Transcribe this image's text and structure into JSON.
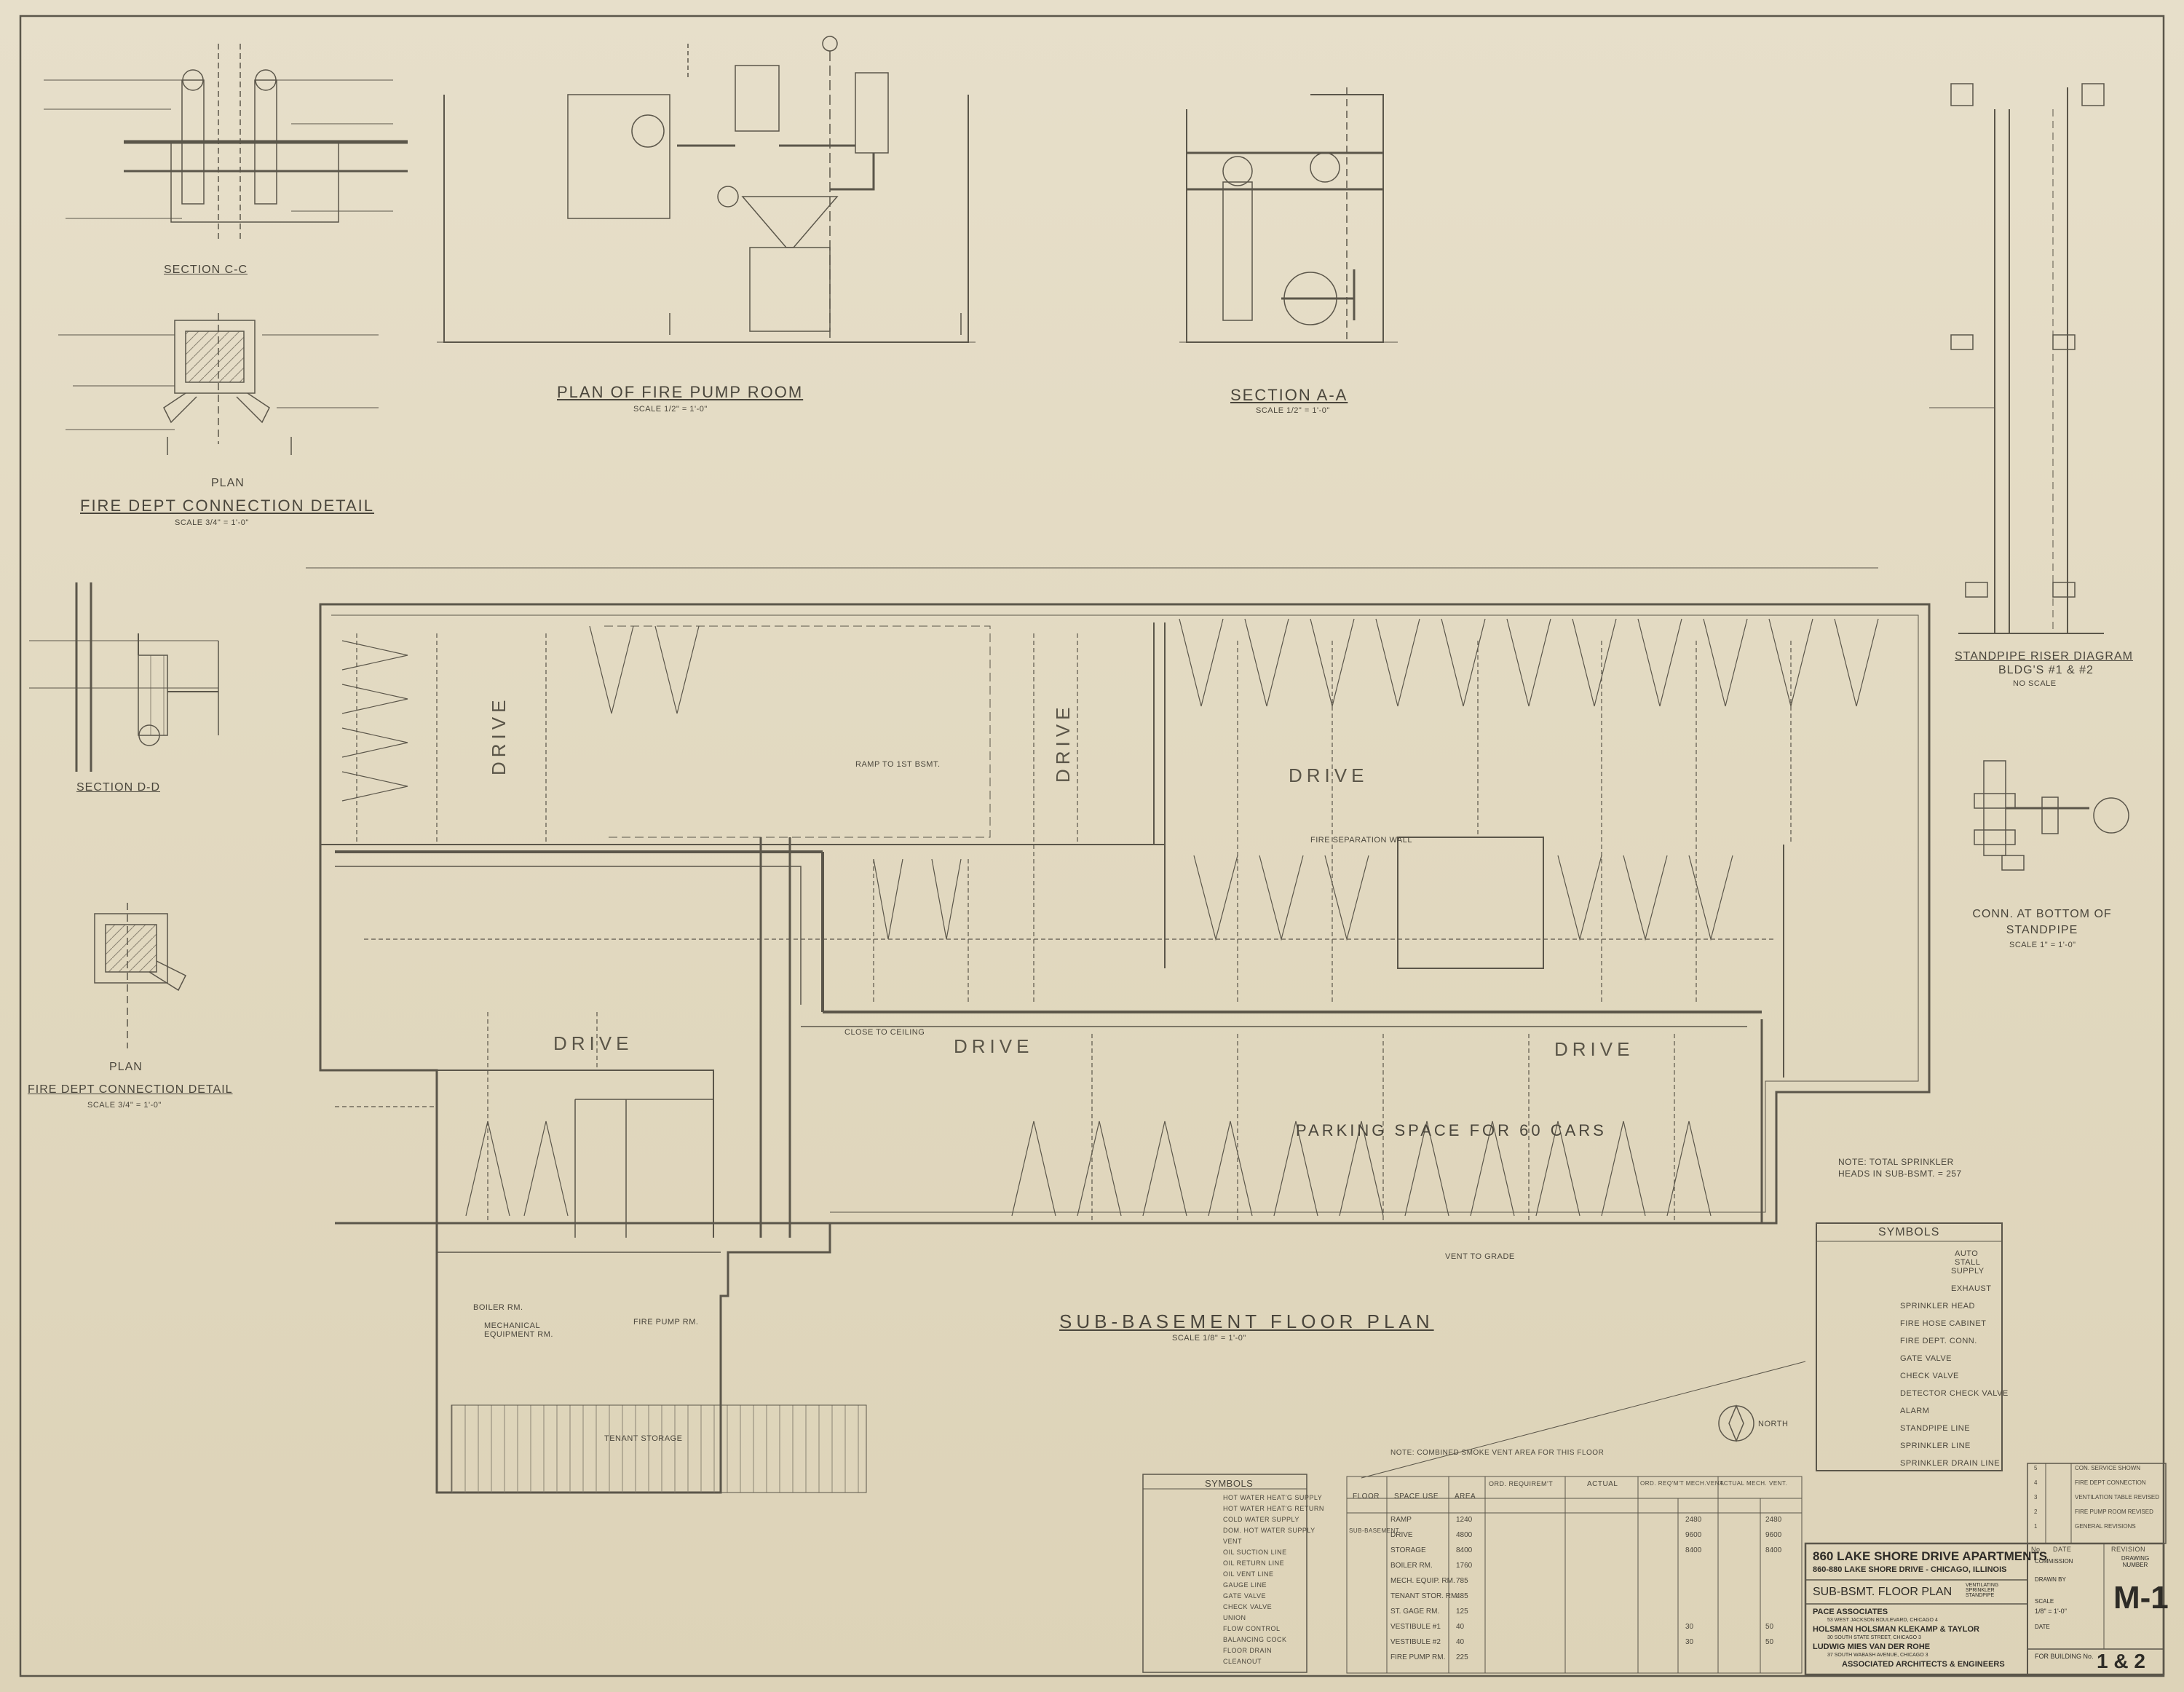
{
  "details": {
    "section_c": "SECTION C-C",
    "plan_label": "PLAN",
    "fire_dept_title": "FIRE DEPT CONNECTION DETAIL",
    "fire_dept_scale": "SCALE 3/4\" = 1'-0\"",
    "section_d": "SECTION D-D",
    "plan_label_2": "PLAN",
    "fire_dept_title_2": "FIRE DEPT CONNECTION DETAIL",
    "fire_dept_scale_2": "SCALE 3/4\" = 1'-0\"",
    "pump_title": "PLAN OF FIRE PUMP ROOM",
    "pump_scale": "SCALE 1/2\" = 1'-0\"",
    "section_a": "SECTION A-A",
    "section_a_scale": "SCALE 1/2\" = 1'-0\"",
    "riser_title": "STANDPIPE RISER DIAGRAM",
    "riser_sub": "BLDG'S #1 & #2",
    "riser_scale": "NO SCALE",
    "conn_title": "CONN. AT BOTTOM OF STANDPIPE",
    "conn_scale": "SCALE 1\" = 1'-0\""
  },
  "plan": {
    "title": "SUB-BASEMENT FLOOR PLAN",
    "scale": "SCALE 1/8\" = 1'-0\"",
    "drive_labels": [
      "DRIVE",
      "DRIVE",
      "DRIVE",
      "DRIVE",
      "DRIVE",
      "DRIVE"
    ],
    "parking": "PARKING SPACE FOR 60 CARS",
    "note": "NOTE: TOTAL SPRINKLER HEADS IN SUB-BSMT. = 257",
    "north": "NORTH",
    "rooms": [
      "BOILER RM.",
      "MECHANICAL EQUIPMENT RM.",
      "FIRE PUMP RM.",
      "TENANT STORAGE"
    ],
    "notes_small": [
      "CLOSE TO CEILING",
      "FIRE SEPARATION WALL",
      "RAMP TO 1ST BSMT.",
      "VENT TO GRADE"
    ]
  },
  "symbols_right": {
    "title": "SYMBOLS",
    "items": [
      "AUTO STALL",
      "SUPPLY",
      "EXHAUST",
      "SPRINKLER HEAD",
      "FIRE HOSE CABINET",
      "FIRE DEPT. CONN.",
      "GATE VALVE",
      "CHECK VALVE",
      "DETECTOR CHECK VALVE",
      "ALARM",
      "STANDPIPE LINE",
      "SPRINKLER LINE",
      "SPRINKLER DRAIN LINE"
    ]
  },
  "symbols_left": {
    "title": "SYMBOLS",
    "items": [
      "HOT WATER HEAT'G SUPPLY",
      "HOT WATER HEAT'G RETURN",
      "COLD WATER SUPPLY",
      "DOM. HOT WATER SUPPLY",
      "VENT",
      "OIL SUCTION LINE",
      "OIL RETURN LINE",
      "OIL VENT LINE",
      "GAUGE LINE",
      "GATE VALVE",
      "CHECK VALVE",
      "UNION",
      "FLOW CONTROL",
      "BALANCING COCK",
      "FLOOR DRAIN",
      "CLEANOUT"
    ]
  },
  "schedule": {
    "note": "NOTE: COMBINED SMOKE VENT AREA FOR THIS FLOOR",
    "headers": [
      "FLOOR",
      "SPACE USE",
      "AREA",
      "ORD. REQUIREM'T",
      "ACTUAL",
      "ORD. REQ'M'T MECH.VENT.",
      "ACTUAL MECH. VENT."
    ],
    "floor": "SUB-BASEMENT",
    "rows": [
      {
        "use": "RAMP",
        "area": "1240",
        "supply": "2480",
        "exhaust": "2480"
      },
      {
        "use": "DRIVE",
        "area": "4800",
        "supply": "9600",
        "exhaust": "9600"
      },
      {
        "use": "STORAGE",
        "area": "8400",
        "supply": "8400",
        "exhaust": "8400"
      },
      {
        "use": "BOILER RM.",
        "area": "1760",
        "supply": "",
        "exhaust": ""
      },
      {
        "use": "MECH. EQUIP. RM.",
        "area": "785",
        "supply": "",
        "exhaust": ""
      },
      {
        "use": "TENANT STOR. RM.",
        "area": "485",
        "supply": "",
        "exhaust": ""
      },
      {
        "use": "ST. GAGE RM.",
        "area": "125",
        "supply": "",
        "exhaust": ""
      },
      {
        "use": "VESTIBULE #1",
        "area": "40",
        "supply": "30",
        "exhaust": "50"
      },
      {
        "use": "VESTIBULE #2",
        "area": "40",
        "supply": "30",
        "exhaust": "50"
      },
      {
        "use": "FIRE PUMP RM.",
        "area": "225",
        "supply": "",
        "exhaust": ""
      }
    ]
  },
  "revisions": {
    "header": [
      "No.",
      "DATE",
      "REVISION"
    ],
    "rows": [
      {
        "no": "5",
        "text": "CON. SERVICE SHOWN"
      },
      {
        "no": "4",
        "text": "FIRE DEPT CONNECTION"
      },
      {
        "no": "3",
        "text": "VENTILATION TABLE REVISED"
      },
      {
        "no": "2",
        "text": "FIRE PUMP ROOM REVISED"
      },
      {
        "no": "1",
        "text": "GENERAL REVISIONS"
      }
    ]
  },
  "titleblock": {
    "project": "860 LAKE SHORE DRIVE APARTMENTS",
    "address": "860-880 LAKE SHORE DRIVE - CHICAGO, ILLINOIS",
    "sheet_title": "SUB-BSMT. FLOOR PLAN",
    "sheet_sub": "VENTILATING SPRINKLER STANDPIPE",
    "firm1": "PACE ASSOCIATES",
    "firm1_addr": "53 WEST JACKSON BOULEVARD, CHICAGO 4",
    "firm2": "HOLSMAN HOLSMAN KLEKAMP & TAYLOR",
    "firm2_addr": "30 SOUTH STATE STREET, CHICAGO 3",
    "firm3": "LUDWIG MIES VAN DER ROHE",
    "firm3_addr": "37 SOUTH WABASH AVENUE, CHICAGO 3",
    "assoc": "ASSOCIATED ARCHITECTS & ENGINEERS",
    "commission_label": "COMMISSION",
    "drawing_label": "DRAWING NUMBER",
    "drawn_label": "DRAWN BY",
    "scale_label": "SCALE",
    "scale_value": "1/8\" = 1'-0\"",
    "date_label": "DATE",
    "drawing_number": "M-1",
    "for_building": "FOR BUILDING No.",
    "building_numbers": "1 & 2"
  }
}
